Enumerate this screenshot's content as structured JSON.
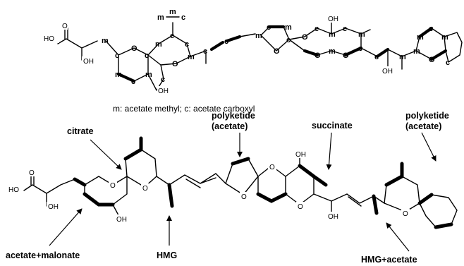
{
  "caption": "m: acetate methyl; c: acetate carboxyl",
  "top_atoms": {
    "ho": "HO",
    "oh1": "OH",
    "oh2": "OH",
    "oh3": "OH",
    "oh4": "OH",
    "m": "m",
    "c": "c",
    "o": "O",
    "carbonyl_o": "O"
  },
  "bottom_atoms": {
    "ho": "HO",
    "oh1": "OH",
    "oh2": "OH",
    "oh3": "OH",
    "oh4": "OH",
    "o": "O",
    "carbonyl_o": "O"
  },
  "annotations": {
    "citrate": "citrate",
    "polyketide1_line1": "polyketide",
    "polyketide1_line2": "(acetate)",
    "succinate": "succinate",
    "polyketide2_line1": "polyketide",
    "polyketide2_line2": "(acetate)",
    "acetate_malonate": "acetate+malonate",
    "hmg": "HMG",
    "hmg_acetate": "HMG+acetate"
  }
}
